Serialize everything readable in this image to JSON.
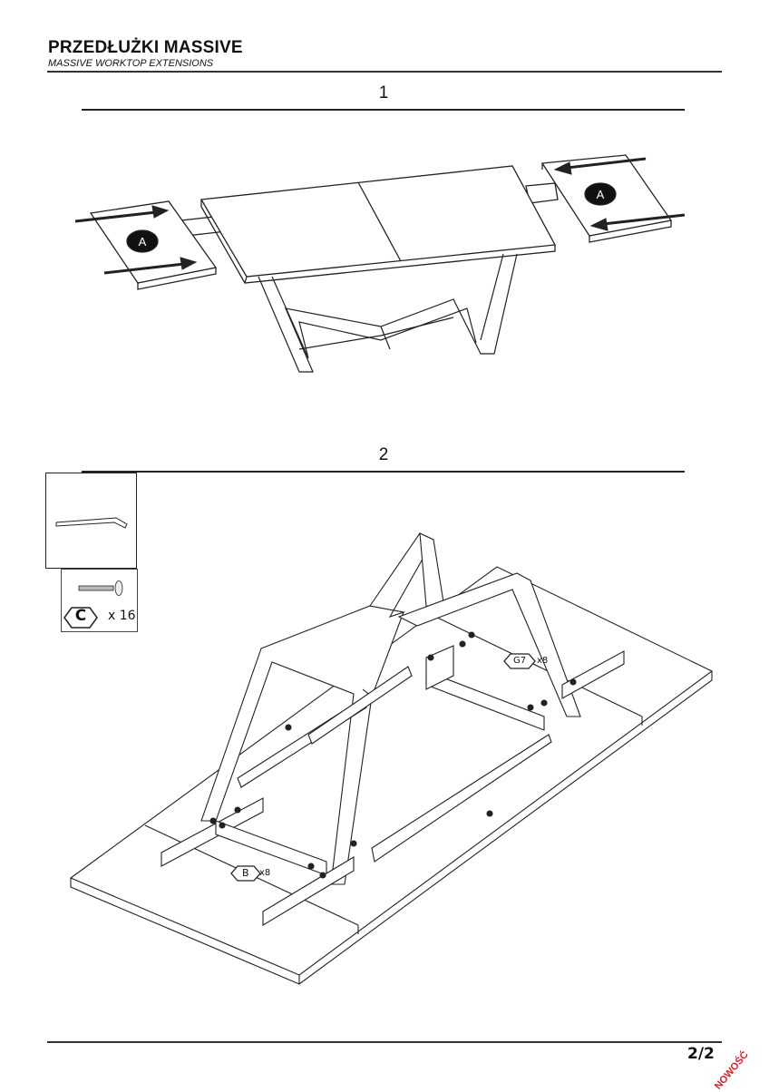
{
  "header": {
    "title": "PRZEDŁUŻKI MASSIVE",
    "subtitle": "MASSIVE WORKTOP EXTENSIONS"
  },
  "steps": [
    {
      "number": "1",
      "part_labels": [
        "A",
        "A"
      ]
    },
    {
      "number": "2",
      "hardware": {
        "letter": "C",
        "quantity": "x 16"
      },
      "callouts": [
        {
          "letter": "G7",
          "quantity": "x8"
        },
        {
          "letter": "B",
          "quantity": "x8"
        }
      ]
    }
  ],
  "footer": {
    "page": "2/2",
    "badge": "NOWOŚĆ",
    "badge_color": "#d4202a"
  }
}
